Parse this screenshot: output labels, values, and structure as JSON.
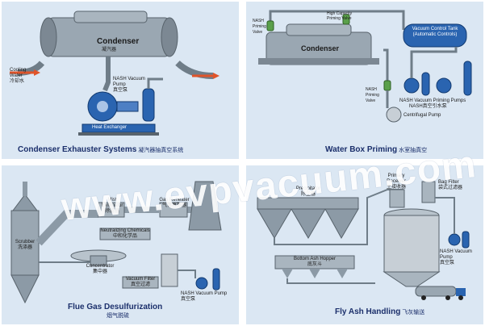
{
  "panels": {
    "condenser_exhauster": {
      "title": "Condenser Exhauster Systems",
      "title_cn": "凝汽器抽真空系统",
      "labels": {
        "condenser": "Condenser",
        "condenser_cn": "凝汽器",
        "cooling_water": "Cooling Water",
        "cooling_water_cn": "冷却水",
        "pump": "NASH Vacuum Pump",
        "pump_cn": "真空泵",
        "heat_exchanger": "Heat Exchanger"
      }
    },
    "water_box_priming": {
      "title": "Water Box Priming",
      "title_cn": "水室抽真空",
      "labels": {
        "priming_valve_top": "NASH Priming Valve",
        "high_capacity_priming_valve": "High Capacity Priming Valve",
        "condenser": "Condenser",
        "vacuum_control_tank": "Vacuum Control Tank (Automatic Controls)",
        "priming_valve_side": "NASH Priming Valve",
        "priming_pumps": "NASH Vacuum Priming Pumps",
        "priming_pumps_cn": "NASH真空引水泵",
        "centrifugal_pump": "Centrifugal Pump"
      }
    },
    "flue_gas": {
      "title": "Flue Gas Desulfurization",
      "title_cn": "烟气脱硫",
      "labels": {
        "mist_eliminator": "Mist Eliminator",
        "mist_eliminator_cn": "除雾器",
        "gas_reheater": "Gas Reheater",
        "gas_reheater_cn": "气体再热器",
        "neutralizing": "Neutralizing Chemicals",
        "neutralizing_cn": "中和化学品",
        "scrubber": "Scrubber",
        "scrubber_cn": "洗涤器",
        "concentrator": "Concentrator",
        "concentrator_cn": "集中器",
        "vacuum_filter": "Vacuum Filter",
        "vacuum_filter_cn": "真空过滤",
        "pump": "NASH Vacuum Pump",
        "pump_cn": "真空泵"
      }
    },
    "fly_ash": {
      "title": "Fly Ash Handling",
      "title_cn": "飞灰输送",
      "labels": {
        "precipitator": "Precipitator",
        "precipitator_cn": "除尘器",
        "primary_receiver": "Primary Receiver",
        "primary_receiver_cn": "主接收器",
        "bag_filter": "Bag Filter",
        "bag_filter_cn": "袋式过滤器",
        "hopper": "Bottom Ash Hopper",
        "hopper_cn": "底灰斗",
        "pump": "NASH Vacuum Pump",
        "pump_cn": "真空泵"
      }
    }
  },
  "watermark": "www.evpvacuum.com",
  "colors": {
    "panel_bg": "#dbe7f3",
    "title": "#1b2f6b",
    "equipment": "#8c9aa6",
    "pump_blue": "#2a64b0",
    "pipe": "#6f7d88",
    "flow_arrow": "#e0542a"
  }
}
